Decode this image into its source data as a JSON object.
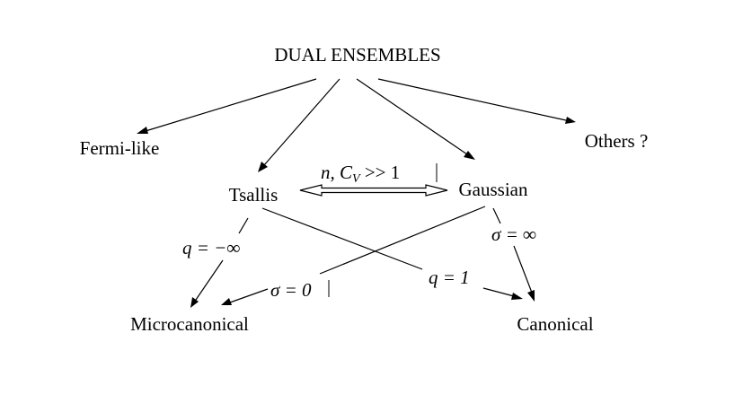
{
  "nodes": {
    "root": "DUAL ENSEMBLES",
    "fermi": "Fermi-like",
    "tsallis": "Tsallis",
    "gaussian": "Gaussian",
    "others": "Others ?",
    "micro": "Microcanonical",
    "canonical": "Canonical"
  },
  "edge_labels": {
    "tsallis_gaussian": {
      "pre": "n, C",
      "sub": "V",
      "post": " >> 1"
    },
    "tsallis_micro": "q = −∞",
    "tsallis_canonical": "q = 1",
    "gaussian_micro": "σ = 0",
    "gaussian_canonical": "σ = ∞"
  }
}
